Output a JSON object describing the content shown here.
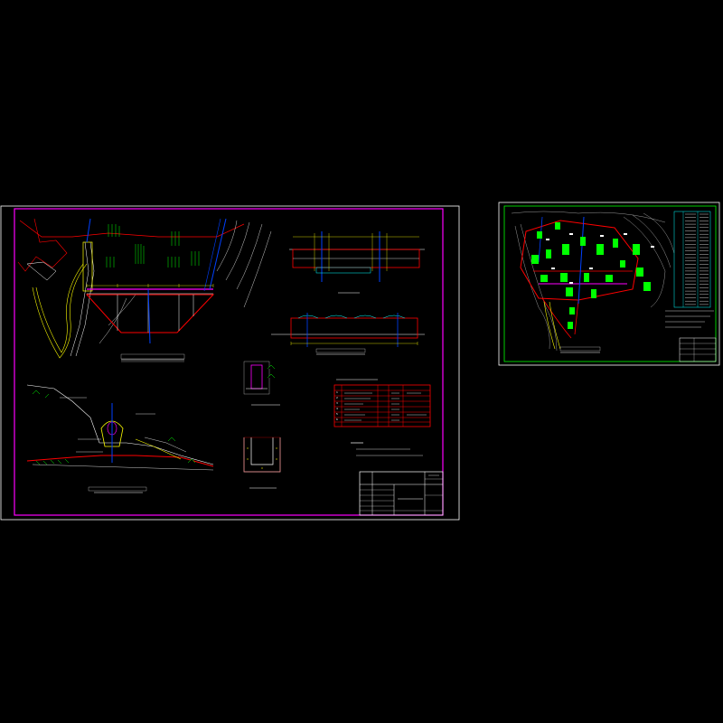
{
  "drawing": {
    "background_color": "#000000",
    "border_color": "#ff00ff",
    "colors": {
      "text": "#ffffff",
      "dim": "#ffff00",
      "hatch": "#00ff00",
      "water": "#0040ff",
      "section": "#ff0000",
      "steel": "#00ffff"
    }
  },
  "main_sheet": {
    "plan_view": {
      "caption": "",
      "scale": ""
    },
    "section_1_1": {
      "caption": "",
      "scale": ""
    },
    "section_2_2": {
      "caption": "",
      "scale": ""
    },
    "profile_view": {
      "caption": "",
      "scale": ""
    },
    "detail_1": {
      "caption": "",
      "scale": ""
    },
    "detail_2": {
      "caption": "",
      "scale": ""
    },
    "quantity_table": {
      "title": "",
      "rows": [
        "1",
        "2",
        "3",
        "4",
        "5",
        "6"
      ]
    },
    "notes": {
      "heading": "",
      "items": []
    },
    "title_block": {
      "rows": 8
    }
  },
  "side_sheet": {
    "plan": {
      "caption": ""
    },
    "legend_rows": 28
  }
}
